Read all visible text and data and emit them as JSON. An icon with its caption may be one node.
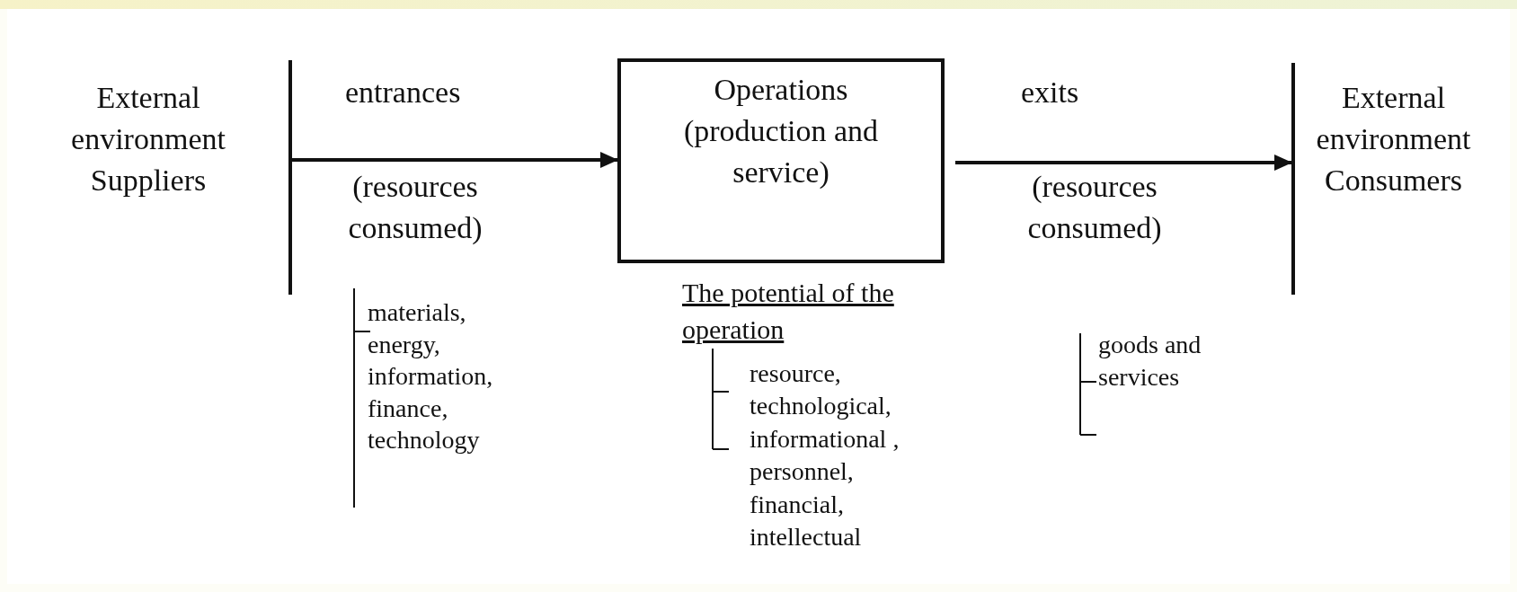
{
  "diagram": {
    "nodes": [
      {
        "text": [
          "External environment Suppliers"
        ]
      },
      {
        "text": [],
        "shape": "bar"
      },
      {
        "text": [
          "Operations (production and service)"
        ]
      },
      {
        "text": [],
        "shape": "bar"
      },
      {
        "text": [
          "External environment Consumers"
        ]
      }
    ],
    "edges": [
      {
        "from": 1,
        "to": 2,
        "arrow": "to",
        "label": "entrances"
      },
      {
        "from": 2,
        "to": 3,
        "arrow": "to",
        "label": "exits"
      }
    ],
    "labels": [
      "(resources consumed)",
      "(resources consumed)",
      "materials, energy, information, finance, technology",
      "The potential of the operation",
      "resource, technological, informational , personnel, financial, intellectual",
      "goods and services"
    ]
  }
}
